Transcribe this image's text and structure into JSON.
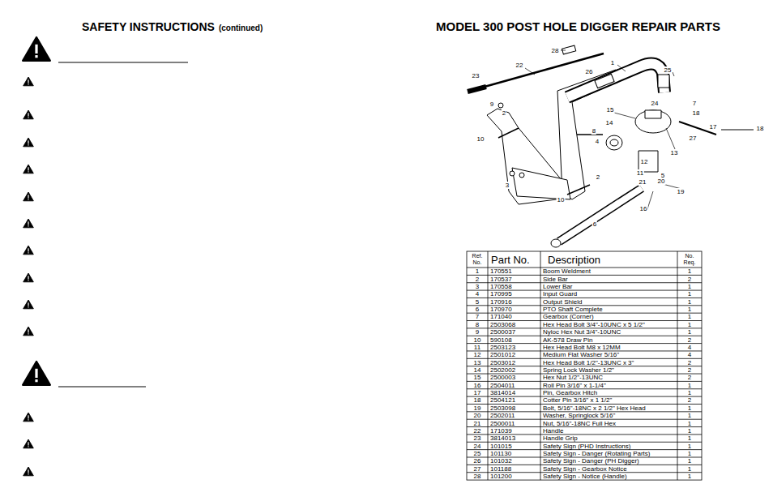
{
  "diagram": {
    "title": "MODEL 300 POST HOLE DIGGER REPAIR PARTS",
    "labels": [
      "SAFETY INSTRUCTIONS",
      "(continued)",
      "28",
      "1",
      "23",
      "22",
      "26",
      "25",
      "9",
      "2",
      "24",
      "7",
      "15",
      "14",
      "18",
      "17",
      "18",
      "8",
      "4",
      "27",
      "13",
      "10",
      "12",
      "2",
      "11",
      "3",
      "5",
      "21",
      "20",
      "19",
      "10",
      "16",
      "6",
      "Ref. No.",
      "Part No.",
      "Description",
      "No. Req.",
      "1",
      "170551",
      "Boom Weldment",
      "1",
      "2",
      "170537",
      "Side Bar",
      "2",
      "3",
      "170558",
      "Lower Bar",
      "1",
      "4",
      "170995",
      "Input Guard",
      "1",
      "5",
      "170916",
      "Output Shield",
      "1",
      "6",
      "170970",
      "PTO Shaft Complete",
      "1",
      "7",
      "171040",
      "Gearbox (Corner)",
      "1",
      "8",
      "2503068",
      "Hex Head Bolt 3/4\"-10UNC x 5 1/2\"",
      "1",
      "9",
      "2500037",
      "Nyloc Hex Nut 3/4\"-10UNC",
      "1",
      "10",
      "590108",
      "AK-578 Draw Pin",
      "2",
      "11",
      "2503123",
      "Hex Head Bolt M8 x 12MM",
      "4",
      "12",
      "2501012",
      "Medium Flat Washer 5/16\"",
      "4",
      "13",
      "2503012",
      "Hex Head Bolt 1/2\"-13UNC x 3\"",
      "2",
      "14",
      "2502002",
      "Spring Lock Washer 1/2\"",
      "2",
      "15",
      "2500003",
      "Hex Nut 1/2\"-13UNC",
      "2",
      "16",
      "2504011",
      "Roll Pin 3/16\" x 1-1/4\"",
      "1",
      "17",
      "3814014",
      "Pin, Gearbox Hitch",
      "1",
      "18",
      "2504121",
      "Cotter Pin 3/16\" x 1 1/2\"",
      "2",
      "19",
      "2503098",
      "Bolt, 5/16\"-18NC x 2 1/2\" Hex Head",
      "1",
      "20",
      "2502011",
      "Washer, Springlock 5/16\"",
      "1",
      "21",
      "2500011",
      "Nut, 5/16\"-18NC Full Hex",
      "1",
      "22",
      "171039",
      "Handle",
      "1",
      "23",
      "3814013",
      "Handle Grip",
      "1",
      "24",
      "101015",
      "Safety Sign (PHD Instructions)",
      "1",
      "25",
      "101130",
      "Safety Sign - Danger (Rotating Parts)",
      "1",
      "26",
      "101032",
      "Safety Sign - Danger (PH Digger)",
      "1",
      "27",
      "101188",
      "Safety Sign - Gearbox Notice",
      "1",
      "28",
      "101200",
      "Safety Sign - Notice (Handle)",
      "1"
    ]
  }
}
